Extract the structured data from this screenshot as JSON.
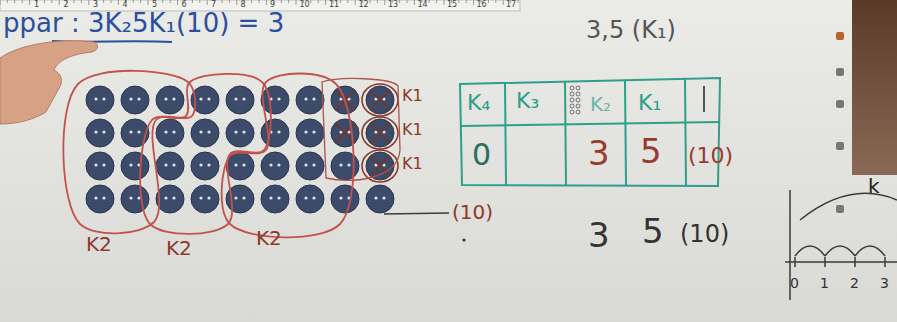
{
  "diagram": {
    "nodes": [
      {
        "text": [
          "K2"
        ]
      },
      {
        "text": [
          "K2"
        ]
      },
      {
        "text": [
          "K2"
        ]
      }
    ],
    "labels": [
      "ppar : 3K₂5K₁(10) = 3",
      "K1",
      "K1",
      "K1",
      "(10)",
      "3,5 (K₁)",
      "K₄",
      "K₃",
      "K₂",
      "K₁",
      "0",
      "3",
      "5",
      "(10)",
      "3",
      "5",
      "(10)",
      "k",
      "0",
      "1",
      "2",
      "3",
      "1",
      "2",
      "3",
      "4",
      "5",
      "6",
      "7",
      "8",
      "9",
      "10",
      "11",
      "12",
      "13",
      "14",
      "15",
      "16",
      "17"
    ]
  }
}
